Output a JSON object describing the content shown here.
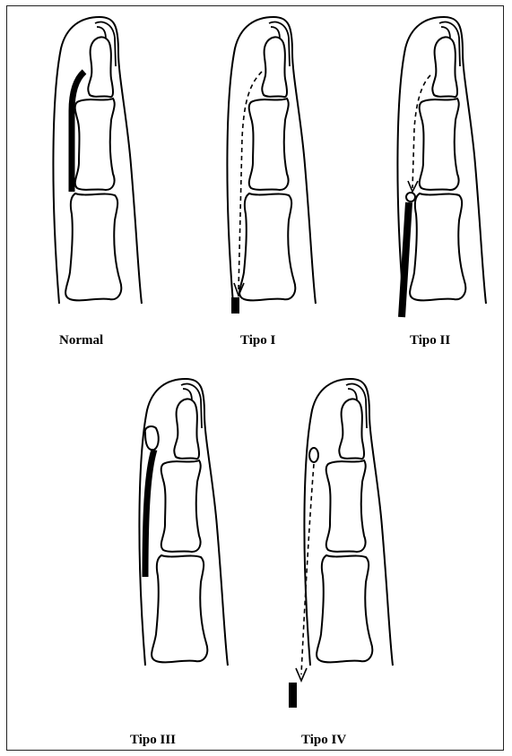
{
  "figures": [
    {
      "id": "normal",
      "label": "Normal"
    },
    {
      "id": "tipo1",
      "label": "Tipo I"
    },
    {
      "id": "tipo2",
      "label": "Tipo II"
    },
    {
      "id": "tipo3",
      "label": "Tipo III"
    },
    {
      "id": "tipo4",
      "label": "Tipo IV"
    }
  ],
  "colors": {
    "line": "#000000",
    "background": "#ffffff"
  }
}
